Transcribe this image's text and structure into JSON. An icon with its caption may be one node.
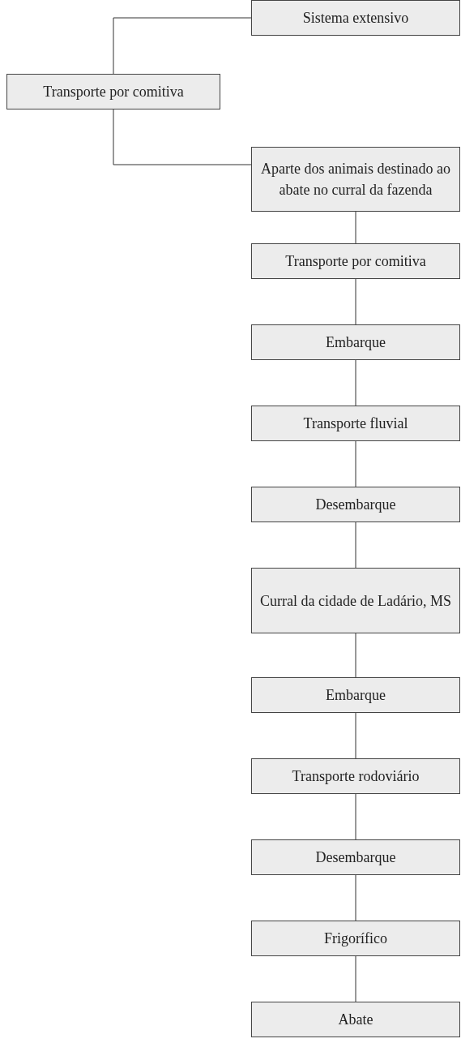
{
  "diagram": {
    "nodes": [
      {
        "text": [
          "Sistema extensivo"
        ]
      },
      {
        "text": [
          "Transporte por comitiva"
        ]
      },
      {
        "text": [
          "Aparte dos animais destinado ao abate no curral da fazenda"
        ]
      },
      {
        "text": [
          "Transporte por comitiva"
        ]
      },
      {
        "text": [
          "Embarque"
        ]
      },
      {
        "text": [
          "Transporte fluvial"
        ]
      },
      {
        "text": [
          "Desembarque"
        ]
      },
      {
        "text": [
          "Curral da cidade de Ladário, MS"
        ]
      },
      {
        "text": [
          "Embarque"
        ]
      },
      {
        "text": [
          "Transporte rodoviário"
        ]
      },
      {
        "text": [
          "Desembarque"
        ]
      },
      {
        "text": [
          "Frigorífico"
        ]
      },
      {
        "text": [
          "Abate"
        ]
      }
    ],
    "edges": [
      {
        "from": 1,
        "to": 0,
        "arrow": "none"
      },
      {
        "from": 1,
        "to": 2,
        "arrow": "none"
      },
      {
        "from": 2,
        "to": 3,
        "arrow": "none"
      },
      {
        "from": 3,
        "to": 4,
        "arrow": "none"
      },
      {
        "from": 4,
        "to": 5,
        "arrow": "none"
      },
      {
        "from": 5,
        "to": 6,
        "arrow": "none"
      },
      {
        "from": 6,
        "to": 7,
        "arrow": "none"
      },
      {
        "from": 7,
        "to": 8,
        "arrow": "none"
      },
      {
        "from": 8,
        "to": 9,
        "arrow": "none"
      },
      {
        "from": 9,
        "to": 10,
        "arrow": "none"
      },
      {
        "from": 10,
        "to": 11,
        "arrow": "none"
      },
      {
        "from": 11,
        "to": 12,
        "arrow": "none"
      }
    ]
  }
}
